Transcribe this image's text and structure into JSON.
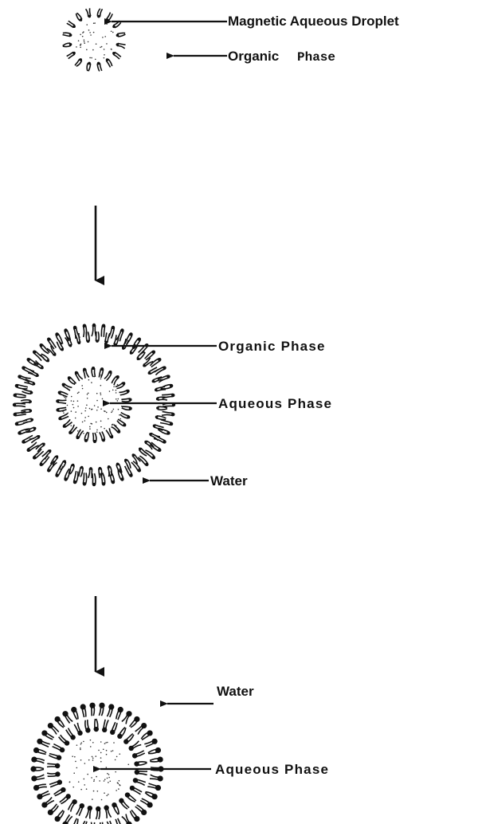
{
  "stage1": {
    "label_droplet": "Magnetic Aqueous Droplet",
    "label_organic_a": "Organic",
    "label_organic_b": "Phase"
  },
  "stage2": {
    "label_organic": "Organic Phase",
    "label_aqueous": "Aqueous Phase",
    "label_water": "Water"
  },
  "stage3": {
    "label_water": "Water",
    "label_aqueous": "Aqueous Phase"
  },
  "colors": {
    "ink": "#111111",
    "background": "#ffffff"
  }
}
